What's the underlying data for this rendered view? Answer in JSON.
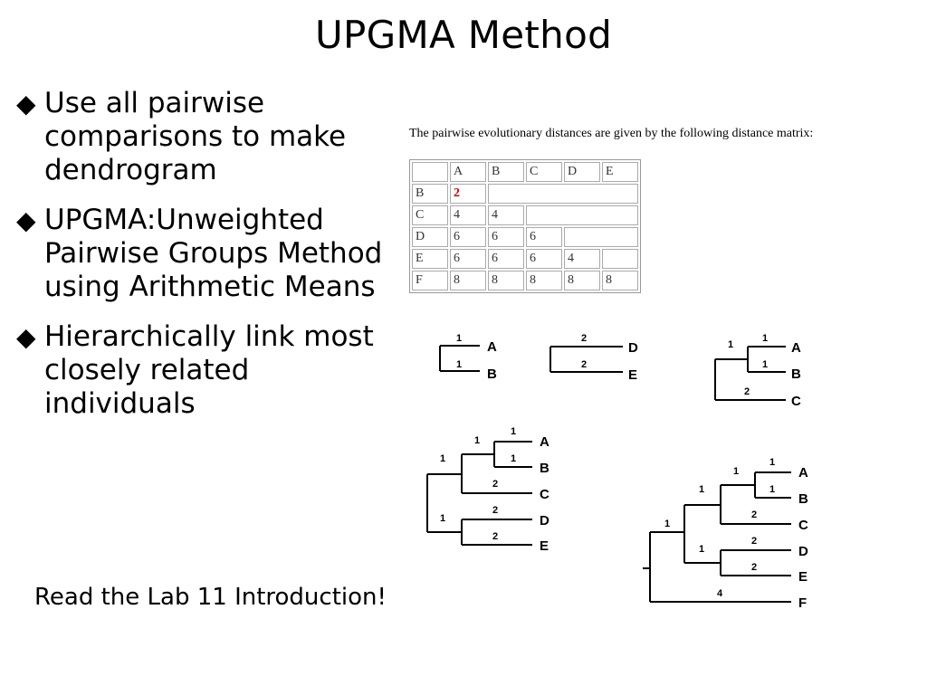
{
  "title": "UPGMA Method",
  "bullets": [
    "Use all pairwise comparisons to make dendrogram",
    "UPGMA:Unweighted Pairwise Groups Method using Arithmetic Means",
    "Hierarchically link most closely related individuals"
  ],
  "bullet_symbol": "◆",
  "footer_note": "Read the Lab 11 Introduction!",
  "matrix": {
    "caption": "The pairwise evolutionary distances are given by the following distance matrix:",
    "header": [
      "",
      "A",
      "B",
      "C",
      "D",
      "E"
    ],
    "rows": [
      [
        "B",
        "2"
      ],
      [
        "C",
        "4",
        "4"
      ],
      [
        "D",
        "6",
        "6",
        "6"
      ],
      [
        "E",
        "6",
        "6",
        "6",
        "4"
      ],
      [
        "F",
        "8",
        "8",
        "8",
        "8",
        "8"
      ]
    ],
    "highlight_color": "#d00000"
  },
  "trees": {
    "t1": {
      "leaves": [
        "A",
        "B"
      ],
      "lengths": [
        "1",
        "1"
      ]
    },
    "t2": {
      "leaves": [
        "D",
        "E"
      ],
      "lengths": [
        "2",
        "2"
      ]
    },
    "t3": {
      "leaves": [
        "A",
        "B",
        "C"
      ],
      "lengths": [
        "1",
        "1",
        "1",
        "2"
      ]
    },
    "t4": {
      "leaves": [
        "A",
        "B",
        "C",
        "D",
        "E"
      ],
      "lengths": [
        "1",
        "1",
        "1",
        "1",
        "2",
        "1",
        "2",
        "2"
      ]
    },
    "t5": {
      "leaves": [
        "A",
        "B",
        "C",
        "D",
        "E",
        "F"
      ],
      "lengths": [
        "1",
        "1",
        "1",
        "1",
        "2",
        "1",
        "1",
        "2",
        "2",
        "4"
      ]
    }
  }
}
